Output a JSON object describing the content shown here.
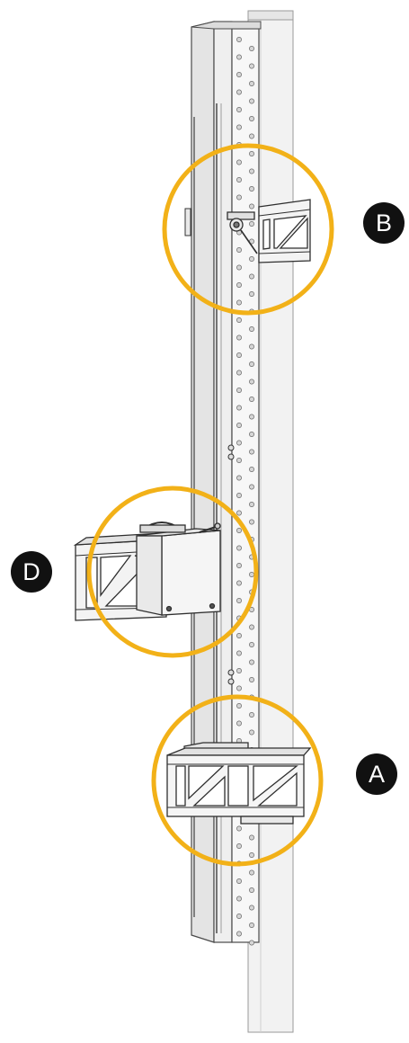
{
  "callouts": {
    "b": {
      "label": "B"
    },
    "d": {
      "label": "D"
    },
    "a": {
      "label": "A"
    }
  },
  "colors": {
    "highlight_ring": "#F2B118",
    "badge_fill": "#111111",
    "badge_text": "#FFFFFF",
    "column_face": "#EBEBEB",
    "back_column": "#F2F2F2",
    "outline": "#3A3A3A"
  }
}
